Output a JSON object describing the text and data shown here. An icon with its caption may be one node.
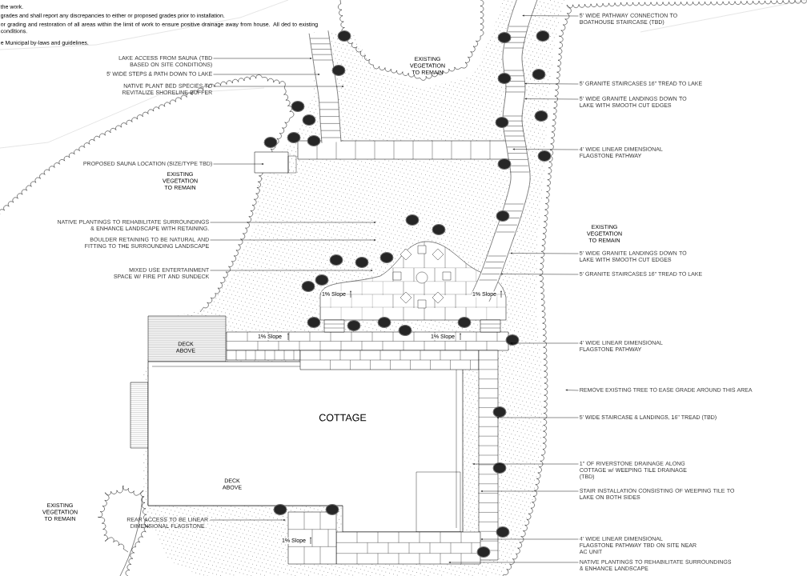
{
  "diagram": {
    "nodes": [
      {
        "text": [
          "LAKE ACCESS FROM SAUNA (TBD BASED ON SITE CONDITIONS)"
        ]
      },
      {
        "text": [
          "5' WIDE STEPS & PATH DOWN TO LAKE"
        ]
      },
      {
        "text": [
          "NATIVE PLANT BED SPECIES TO REVITALIZE SHORELINE BUFFER"
        ]
      },
      {
        "text": [
          "PROPOSED SAUNA LOCATION (SIZE/TYPE TBD)"
        ]
      },
      {
        "text": [
          "NATIVE PLANTINGS TO REHABILITATE SURROUNDINGS & ENHANCE LANDSCAPE WITH RETAINING."
        ]
      },
      {
        "text": [
          "BOULDER RETAINING TO BE NATURAL AND FITTING TO THE SURROUNDING LANDSCAPE"
        ]
      },
      {
        "text": [
          "MIXED USE ENTERTAINMENT SPACE W/ FIRE PIT AND SUNDECK"
        ]
      },
      {
        "text": [
          "REAR ACCESS TO BE LINEAR DIMENSIONAL FLAGSTONE"
        ]
      },
      {
        "text": [
          "5' WIDE PATHWAY CONNECTION TO BOATHOUSE STAIRCASE (TBD)"
        ]
      },
      {
        "text": [
          "5' GRANITE STAIRCASES 16\" TREAD TO LAKE"
        ]
      },
      {
        "text": [
          "5' WIDE GRANITE LANDINGS DOWN TO LAKE WITH SMOOTH CUT EDGES"
        ]
      },
      {
        "text": [
          "4' WIDE LINEAR DIMENSIONAL FLAGSTONE PATHWAY"
        ]
      },
      {
        "text": [
          "5' WIDE GRANITE LANDINGS DOWN TO LAKE WITH SMOOTH CUT EDGES"
        ]
      },
      {
        "text": [
          "5' GRANITE STAIRCASES 16\" TREAD TO LAKE"
        ]
      },
      {
        "text": [
          "4' WIDE LINEAR DIMENSIONAL FLAGSTONE PATHWAY"
        ]
      },
      {
        "text": [
          "REMOVE EXISTING TREE TO EASE GRADE AROUND THIS AREA"
        ]
      },
      {
        "text": [
          "5' WIDE STAIRCASE & LANDINGS, 16\" TREAD (TBD)"
        ]
      },
      {
        "text": [
          "1\" OF RIVERSTONE DRAINAGE ALONG COTTAGE w/ WEEPING TILE DRAINAGE (TBD)"
        ]
      },
      {
        "text": [
          "STAIR INSTALLATION CONSISTING OF WEEPING TILE TO LAKE ON BOTH SIDES"
        ]
      },
      {
        "text": [
          "4' WIDE LINEAR DIMENSIONAL FLAGSTONE PATHWAY TBD ON SITE NEAR AC UNIT"
        ]
      },
      {
        "text": [
          "NATIVE PLANTINGS TO REHABILITATE SURROUNDINGS & ENHANCE LANDSCAPE"
        ]
      }
    ],
    "edges": [
      {
        "from": 0,
        "to": null,
        "arrow": "to"
      },
      {
        "from": 1,
        "to": null,
        "arrow": "to"
      },
      {
        "from": 2,
        "to": null,
        "arrow": "to"
      },
      {
        "from": 3,
        "to": null,
        "arrow": "to"
      },
      {
        "from": 4,
        "to": null,
        "arrow": "to"
      },
      {
        "from": 5,
        "to": null,
        "arrow": "to"
      },
      {
        "from": 6,
        "to": null,
        "arrow": "to"
      },
      {
        "from": 7,
        "to": null,
        "arrow": "to"
      },
      {
        "from": 8,
        "to": null,
        "arrow": "to"
      },
      {
        "from": 9,
        "to": null,
        "arrow": "to"
      },
      {
        "from": 10,
        "to": null,
        "arrow": "to"
      },
      {
        "from": 11,
        "to": null,
        "arrow": "to"
      },
      {
        "from": 12,
        "to": null,
        "arrow": "to"
      },
      {
        "from": 13,
        "to": null,
        "arrow": "to"
      },
      {
        "from": 14,
        "to": null,
        "arrow": "to"
      },
      {
        "from": 15,
        "to": null,
        "arrow": "to"
      },
      {
        "from": 16,
        "to": null,
        "arrow": "to"
      },
      {
        "from": 17,
        "to": null,
        "arrow": "to"
      },
      {
        "from": 18,
        "to": null,
        "arrow": "to"
      },
      {
        "from": 19,
        "to": null,
        "arrow": "to"
      },
      {
        "from": 20,
        "to": null,
        "arrow": "to"
      }
    ],
    "labels": [
      "the work.",
      "grades and shall report any discrepancies to either or proposed grades prior to installation.",
      "or grading and restoration of all areas within the limit of work to ensure positive drainage away from house. All ded to existing conditions.",
      "e Municipal by-laws and guidelines.",
      "EXISTING VEGETATION TO REMAIN",
      "EXISTING VEGETATION TO REMAIN",
      "EXISTING VEGETATION TO REMAIN",
      "1% Slope",
      "1% Slope",
      "DECK ABOVE",
      "1% Slope",
      "1% Slope",
      "COTTAGE",
      "DECK ABOVE",
      "EXISTING VEGETATION TO REMAIN",
      "1% Slope"
    ]
  }
}
